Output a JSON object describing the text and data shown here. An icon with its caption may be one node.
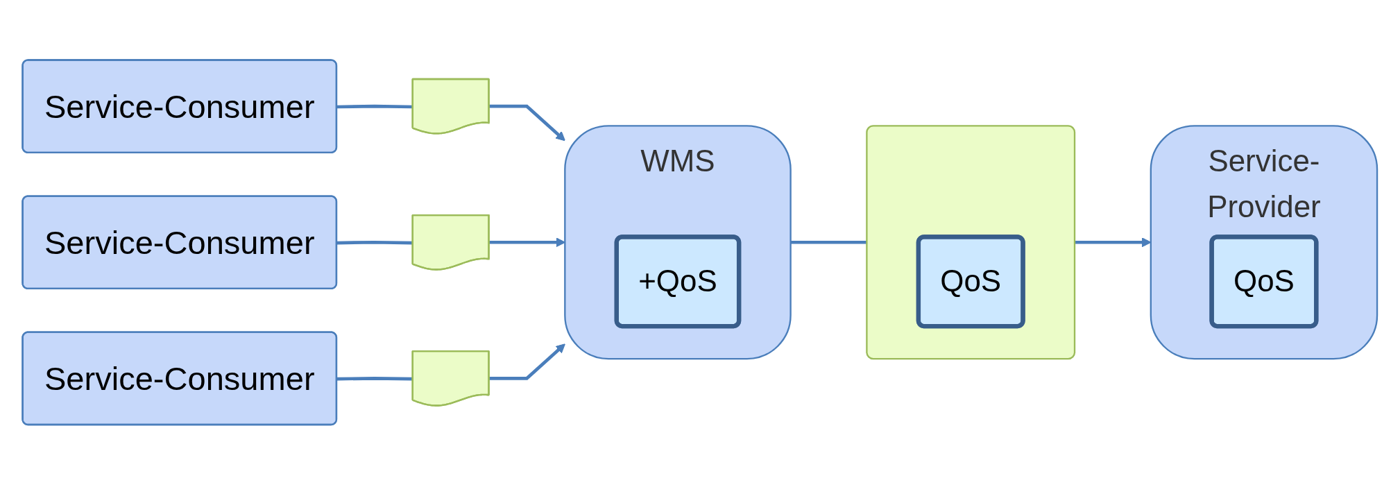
{
  "diagram": {
    "nodes": [
      {
        "text": [
          "Service-Consumer"
        ]
      },
      {
        "text": [
          "Service-Consumer"
        ]
      },
      {
        "text": [
          "Service-Consumer"
        ]
      },
      {
        "text": [],
        "shape": "document"
      },
      {
        "text": [],
        "shape": "document"
      },
      {
        "text": [],
        "shape": "document"
      },
      {
        "text": [
          "WMS"
        ]
      },
      {
        "text": [
          "+QoS"
        ],
        "in": 6
      },
      {
        "text": [],
        "shape": "document"
      },
      {
        "text": [
          "QoS"
        ],
        "in": 8
      },
      {
        "text": [
          "Service-Provider"
        ]
      },
      {
        "text": [
          "QoS"
        ],
        "in": 10
      }
    ],
    "edges": [
      {
        "from": 0,
        "to": 3,
        "arrow": "none"
      },
      {
        "from": 3,
        "to": 6,
        "arrow": "to"
      },
      {
        "from": 1,
        "to": 4,
        "arrow": "none"
      },
      {
        "from": 4,
        "to": 6,
        "arrow": "to"
      },
      {
        "from": 2,
        "to": 5,
        "arrow": "none"
      },
      {
        "from": 5,
        "to": 6,
        "arrow": "to"
      },
      {
        "from": 6,
        "to": 8,
        "arrow": "none"
      },
      {
        "from": 8,
        "to": 10,
        "arrow": "to"
      }
    ]
  }
}
